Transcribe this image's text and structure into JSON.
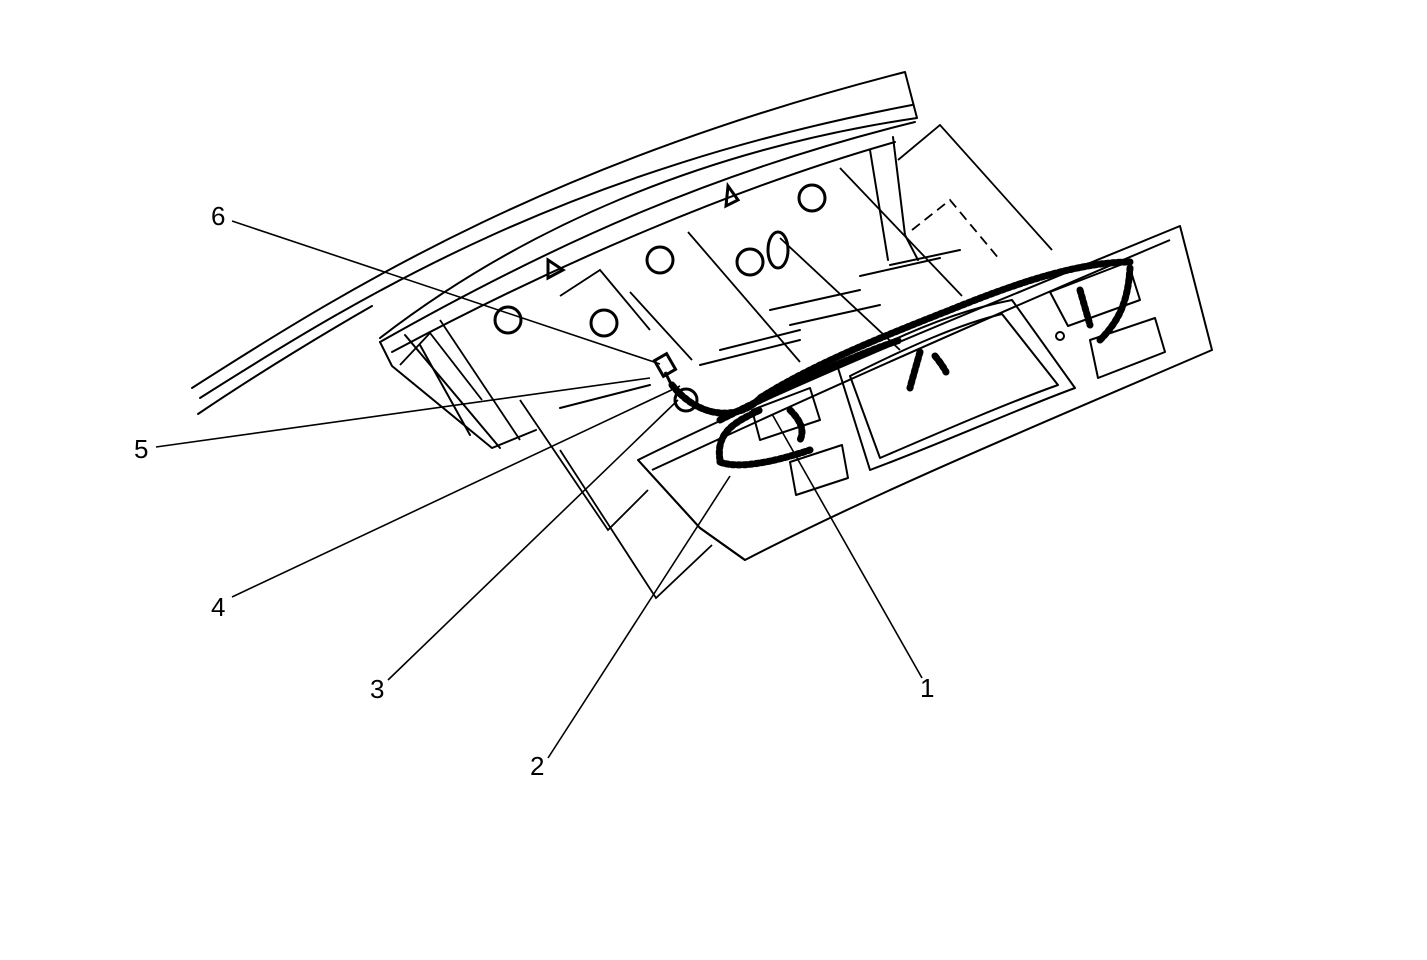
{
  "diagram": {
    "line_color": "#000000",
    "background": "#ffffff",
    "callouts": [
      {
        "id": "6",
        "label": "6"
      },
      {
        "id": "5",
        "label": "5"
      },
      {
        "id": "4",
        "label": "4"
      },
      {
        "id": "3",
        "label": "3"
      },
      {
        "id": "2",
        "label": "2"
      },
      {
        "id": "1",
        "label": "1"
      }
    ]
  }
}
